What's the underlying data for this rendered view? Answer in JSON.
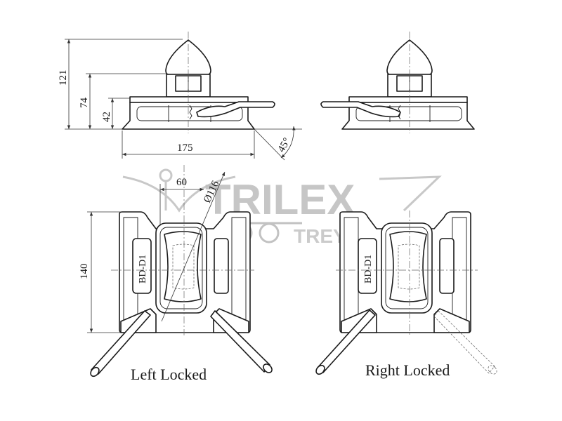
{
  "dimensions": {
    "height_total": "121",
    "height_mid": "74",
    "height_low": "42",
    "width_base": "175",
    "angle": "45°",
    "pitch": "60",
    "diameter": "Ø116",
    "length": "140"
  },
  "plate_label": "BD-D1",
  "captions": {
    "left": "Left Locked",
    "right": "Right Locked"
  },
  "watermark": {
    "brand": "TRILEX",
    "sub": "TREYLER"
  }
}
